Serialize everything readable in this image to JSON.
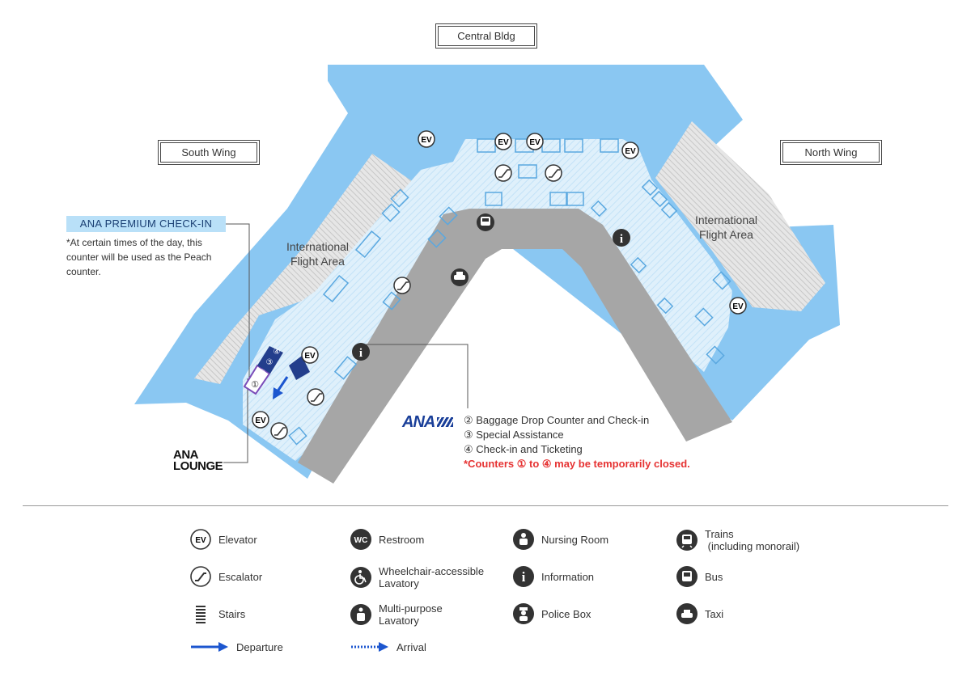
{
  "labels": {
    "central": "Central Bldg",
    "south": "South Wing",
    "north": "North Wing",
    "intl_left": [
      "International",
      "Flight Area"
    ],
    "intl_right": [
      "International",
      "Flight Area"
    ]
  },
  "premium": {
    "title": "ANA PREMIUM CHECK-IN",
    "note": "*At certain times of the day, this counter will be used as the Peach counter."
  },
  "lounge": [
    "ANA",
    "LOUNGE"
  ],
  "ana": {
    "logo": "ANA",
    "items": [
      "② Baggage Drop Counter and Check-in",
      "③ Special Assistance",
      "④ Check-in and Ticketing"
    ],
    "warning": "*Counters ① to ④ may be temporarily closed."
  },
  "counters": [
    "①",
    "②",
    "③",
    "④"
  ],
  "map_icons": {
    "ev": "EV",
    "info": "i"
  },
  "legend": [
    {
      "icon": "elevator-icon",
      "label": "Elevator"
    },
    {
      "icon": "restroom-icon",
      "label": "Restroom"
    },
    {
      "icon": "nursing-room-icon",
      "label": "Nursing Room"
    },
    {
      "icon": "train-icon",
      "label": "Trains\n (including monorail)"
    },
    {
      "icon": "escalator-icon",
      "label": "Escalator"
    },
    {
      "icon": "wheelchair-icon",
      "label": "Wheelchair-accessible\nLavatory"
    },
    {
      "icon": "info-icon",
      "label": "Information"
    },
    {
      "icon": "bus-icon",
      "label": "Bus"
    },
    {
      "icon": "stairs-icon",
      "label": "Stairs"
    },
    {
      "icon": "multipurpose-icon",
      "label": "Multi-purpose\nLavatory"
    },
    {
      "icon": "police-icon",
      "label": "Police Box"
    },
    {
      "icon": "taxi-icon",
      "label": "Taxi"
    },
    {
      "icon": "departure-icon",
      "label": "Departure"
    },
    {
      "icon": "arrival-icon",
      "label": "Arrival"
    }
  ],
  "legend_icon_text": {
    "ev": "EV",
    "wc": "WC",
    "info": "i"
  },
  "colors": {
    "water": "#8ac7f2",
    "floor": "#dff0fb",
    "road": "#a6a6a6",
    "hatch": "#d9d9d9",
    "ana_blue": "#1a3f99",
    "icon_dark": "#3a3a3a",
    "warn": "#e63333"
  }
}
